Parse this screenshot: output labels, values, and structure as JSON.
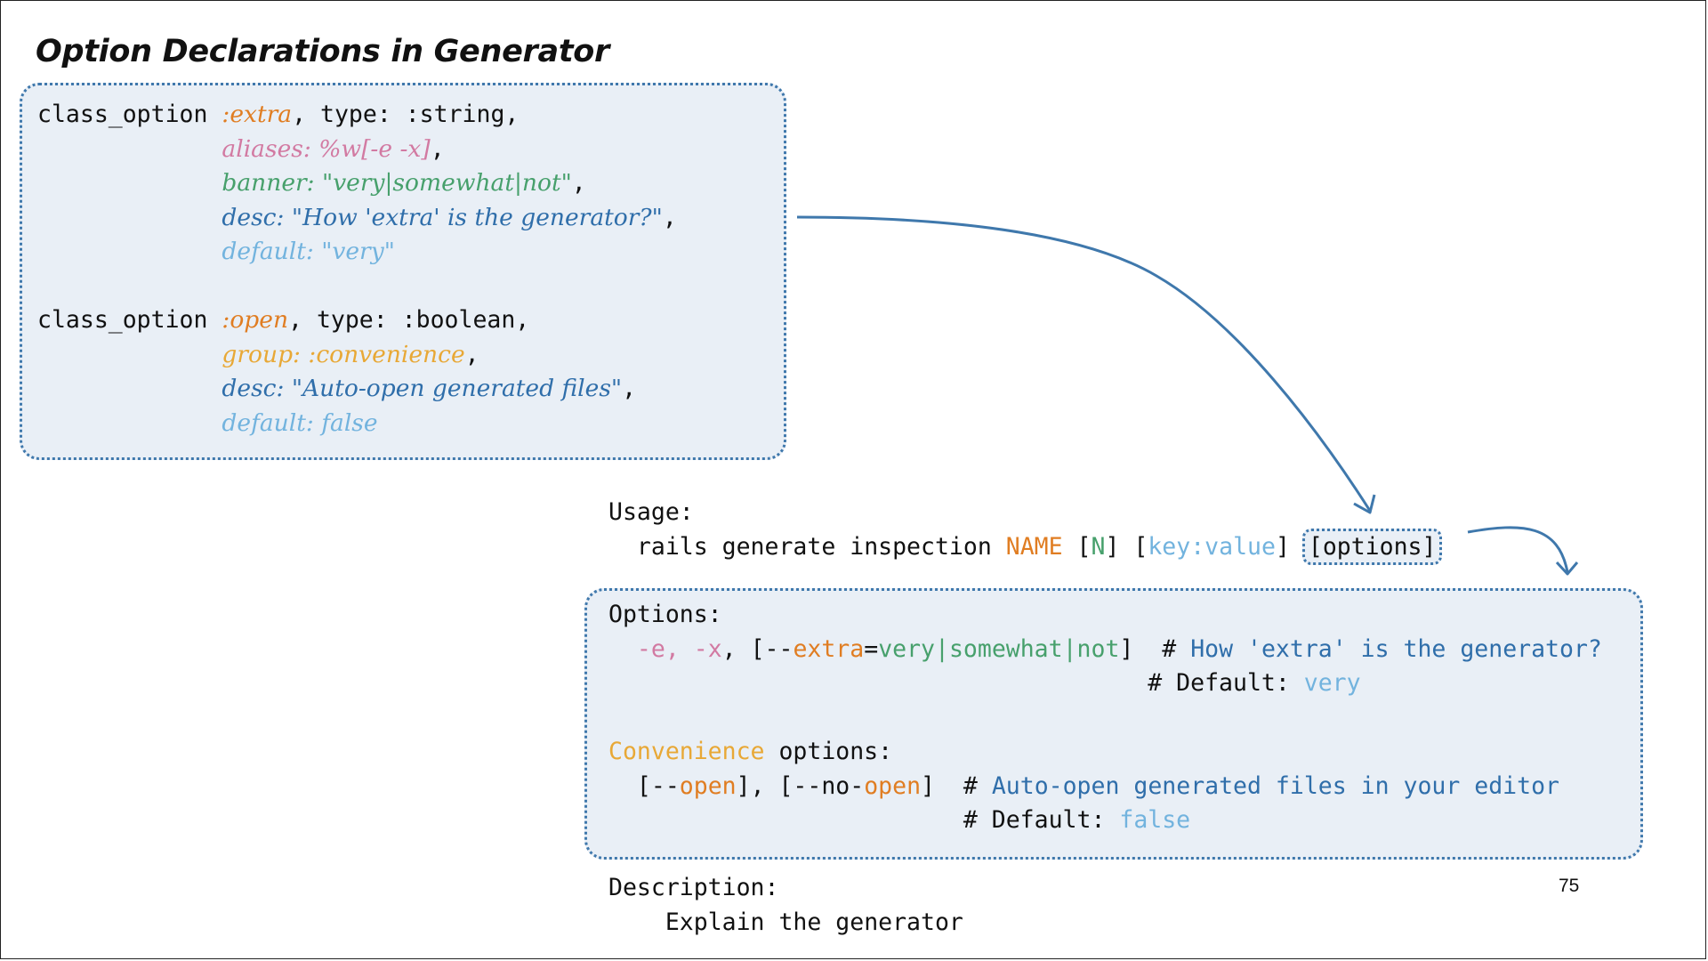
{
  "title": "Option Declarations in Generator",
  "page_number": "75",
  "colors": {
    "symbol": "#e07d22",
    "aliases": "#d27aa2",
    "banner": "#47a06c",
    "desc": "#2f6eaa",
    "default": "#72b3de",
    "group": "#e8a836",
    "box_border": "#3f78ac",
    "box_fill": "#e9eff6"
  },
  "declarations": {
    "extra": {
      "keyword": "class_option ",
      "symbol": ":extra",
      "rest": ", type: :string,",
      "aliases": "aliases: %w[-e -x]",
      "banner": "banner: \"very|somewhat|not\"",
      "desc": "desc: \"How 'extra' is the generator?\"",
      "default": "default: \"very\""
    },
    "open": {
      "keyword": "class_option ",
      "symbol": ":open",
      "rest": ", type: :boolean,",
      "group": "group: :convenience",
      "desc": "desc: \"Auto-open generated files\"",
      "default": "default: false"
    }
  },
  "usage": {
    "header": "Usage:",
    "command": "rails generate inspection ",
    "name": "NAME",
    "n": "N",
    "key_value": "key:value",
    "options": "[options]"
  },
  "options_block": {
    "header": "Options:",
    "aliases": "-e, -x",
    "extra_flag": "extra",
    "banner": "very|somewhat|not",
    "comment_desc": "How 'extra' is the generator?",
    "default_label": "# Default: ",
    "default_value": "very",
    "group_name": "Convenience",
    "group_suffix": " options:",
    "open_flag": "open",
    "no_prefix": "no-",
    "open_desc": "Auto-open generated files in your editor",
    "open_default": "false"
  },
  "description": {
    "header": "Description:",
    "text": "Explain the generator"
  }
}
